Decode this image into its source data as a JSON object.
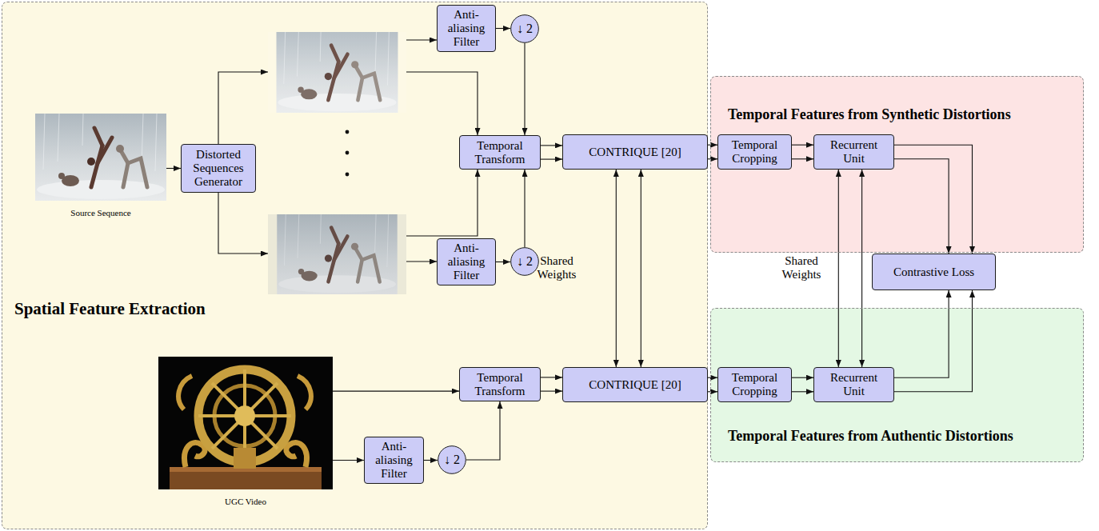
{
  "diagram": {
    "nodes": [
      {
        "text": [
          "Spatial Feature Extraction"
        ]
      },
      {
        "text": [
          "Source Sequence"
        ],
        "in": 0
      },
      {
        "text": [
          "Distorted Sequences Generator"
        ],
        "in": 0
      },
      {
        "text": [
          "Anti- aliasing Filter"
        ],
        "in": 0
      },
      {
        "text": [
          "↓ 2"
        ],
        "in": 0
      },
      {
        "text": [
          "Temporal Transform"
        ],
        "in": 0
      },
      {
        "text": [
          "CONTRIQUE [20]"
        ],
        "in": 0
      },
      {
        "text": [
          "Anti- aliasing Filter"
        ],
        "in": 0
      },
      {
        "text": [
          "↓ 2"
        ],
        "in": 0
      },
      {
        "text": [
          "UGC Video"
        ],
        "in": 0
      },
      {
        "text": [
          "Anti- aliasing Filter"
        ],
        "in": 0
      },
      {
        "text": [
          "↓ 2"
        ],
        "in": 0
      },
      {
        "text": [
          "Temporal Transform"
        ],
        "in": 0
      },
      {
        "text": [
          "CONTRIQUE [20]"
        ],
        "in": 0
      },
      {
        "text": [
          "Temporal Features from Synthetic Distortions"
        ]
      },
      {
        "text": [
          "Temporal Cropping"
        ],
        "in": 14
      },
      {
        "text": [
          "Recurrent Unit"
        ],
        "in": 14
      },
      {
        "text": [
          "Contrastive Loss"
        ]
      },
      {
        "text": [
          "Temporal Features from Authentic Distortions"
        ]
      },
      {
        "text": [
          "Temporal Cropping"
        ],
        "in": 18
      },
      {
        "text": [
          "Recurrent Unit"
        ],
        "in": 18
      }
    ],
    "edges": [
      {
        "from": 1,
        "to": 2,
        "arrow": "to"
      },
      {
        "from": 3,
        "to": 4,
        "arrow": "to"
      },
      {
        "from": 4,
        "to": 5,
        "arrow": "to"
      },
      {
        "from": 7,
        "to": 8,
        "arrow": "to"
      },
      {
        "from": 8,
        "to": 5,
        "arrow": "to"
      },
      {
        "from": 5,
        "to": 6,
        "arrow": "to"
      },
      {
        "from": 5,
        "to": 6,
        "arrow": "to"
      },
      {
        "from": 6,
        "to": 13,
        "arrow": "both"
      },
      {
        "from": 6,
        "to": 13,
        "arrow": "both"
      },
      {
        "from": 9,
        "to": 12,
        "arrow": "to"
      },
      {
        "from": 9,
        "to": 10,
        "arrow": "to"
      },
      {
        "from": 10,
        "to": 11,
        "arrow": "to"
      },
      {
        "from": 11,
        "to": 12,
        "arrow": "to"
      },
      {
        "from": 12,
        "to": 13,
        "arrow": "to"
      },
      {
        "from": 12,
        "to": 13,
        "arrow": "to"
      },
      {
        "from": 6,
        "to": 15,
        "arrow": "to"
      },
      {
        "from": 6,
        "to": 15,
        "arrow": "to"
      },
      {
        "from": 15,
        "to": 16,
        "arrow": "to"
      },
      {
        "from": 15,
        "to": 16,
        "arrow": "to"
      },
      {
        "from": 16,
        "to": 17,
        "arrow": "to"
      },
      {
        "from": 16,
        "to": 17,
        "arrow": "to"
      },
      {
        "from": 16,
        "to": 20,
        "arrow": "both"
      },
      {
        "from": 16,
        "to": 20,
        "arrow": "both"
      },
      {
        "from": 13,
        "to": 19,
        "arrow": "to"
      },
      {
        "from": 13,
        "to": 19,
        "arrow": "to"
      },
      {
        "from": 19,
        "to": 20,
        "arrow": "to"
      },
      {
        "from": 19,
        "to": 20,
        "arrow": "to"
      },
      {
        "from": 20,
        "to": 17,
        "arrow": "to"
      },
      {
        "from": 20,
        "to": 17,
        "arrow": "to"
      }
    ],
    "labels": [
      "Shared Weights",
      "Shared Weights"
    ]
  }
}
